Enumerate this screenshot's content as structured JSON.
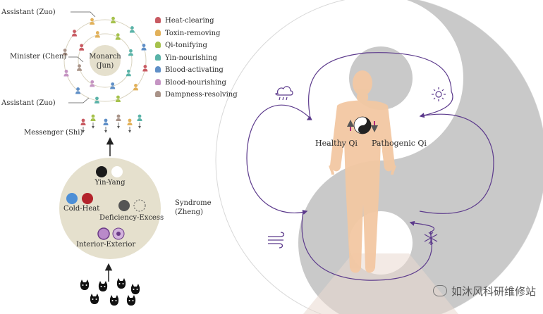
{
  "colors": {
    "heat_clearing": "#c85a62",
    "toxin_removing": "#e2b15a",
    "qi_tonifying": "#a6c24d",
    "yin_nourishing": "#5ab3a8",
    "blood_activating": "#5f8fc7",
    "blood_nourishing": "#c594c3",
    "dampness_resolving": "#a99388",
    "zheng_circle": "#e5e0cd",
    "yin_yang_gray": "#c8c8c8",
    "path_purple": "#5c3a8c",
    "body": "#f3c8a3"
  },
  "formula": {
    "assistant_top": "Assistant (Zuo)",
    "minister": "Minister (Chen)",
    "assistant_bottom": "Assistant (Zuo)",
    "monarch": "Monarch",
    "monarch_sub": "(Jun)",
    "messenger": "Messenger (Shi)"
  },
  "legend": [
    {
      "label": "Heat-clearing",
      "color_key": "heat_clearing"
    },
    {
      "label": "Toxin-removing",
      "color_key": "toxin_removing"
    },
    {
      "label": "Qi-tonifying",
      "color_key": "qi_tonifying"
    },
    {
      "label": "Yin-nourishing",
      "color_key": "yin_nourishing"
    },
    {
      "label": "Blood-activating",
      "color_key": "blood_activating"
    },
    {
      "label": "Blood-nourishing",
      "color_key": "blood_nourishing"
    },
    {
      "label": "Dampness-resolving",
      "color_key": "dampness_resolving"
    }
  ],
  "syndrome": {
    "yin_yang": "Yin-Yang",
    "cold_heat": "Cold-Heat",
    "deficiency_excess": "Deficiency-Excess",
    "interior_exterior": "Interior-Exterior",
    "title": "Syndrome",
    "title_sub": "(Zheng)"
  },
  "body": {
    "healthy_qi": "Healthy Qi",
    "pathogenic_qi": "Pathogenic Qi"
  },
  "icons": {
    "top_left": "rain-cloud-icon",
    "top_right": "sun-icon",
    "bottom_left": "wind-icon",
    "bottom_right": "snowflake-icon"
  },
  "watermark": "如沐风科研维修站"
}
